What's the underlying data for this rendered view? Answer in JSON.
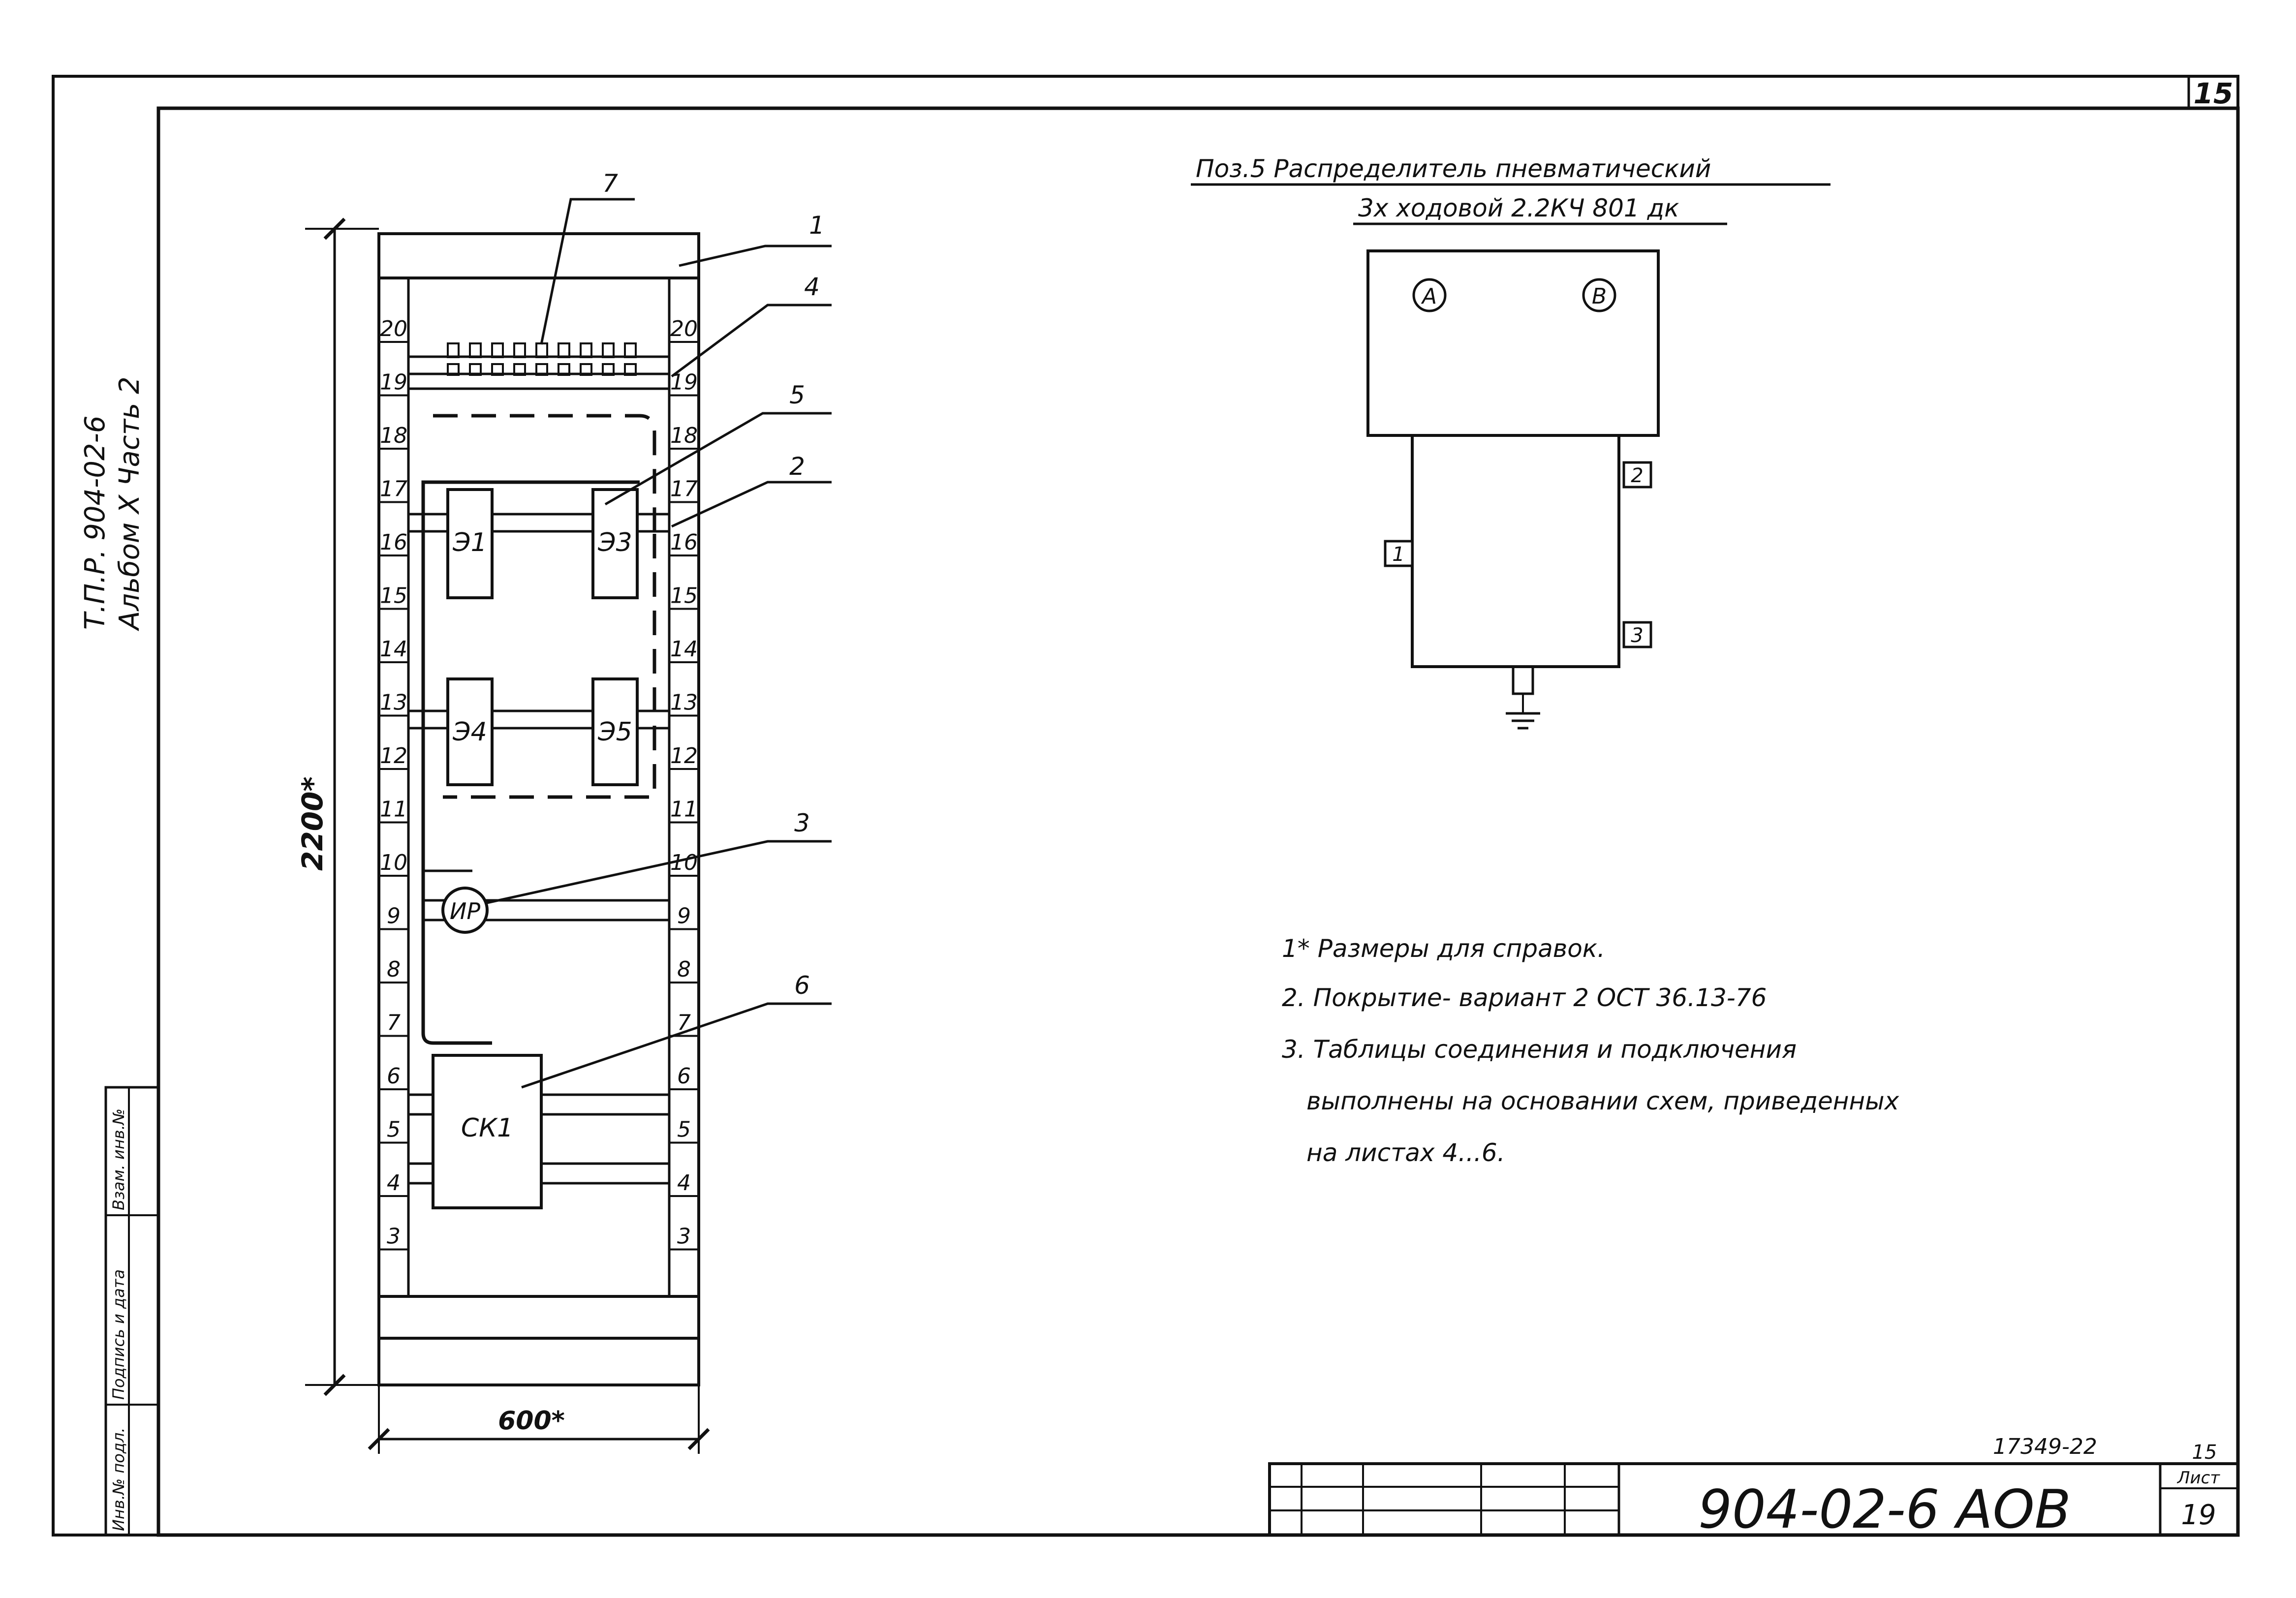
{
  "sheet": {
    "corner_sheet_no": "15",
    "side_title_line1": "Т.П.Р. 904-02-6",
    "side_title_line2": "Альбом X Часть 2",
    "side_stamp_labels": [
      "Инв.№ подл.",
      "Подпись и дата",
      "Взам. инв.№"
    ]
  },
  "cabinet": {
    "rail_numbers": [
      "20",
      "19",
      "18",
      "17",
      "16",
      "15",
      "14",
      "13",
      "12",
      "11",
      "10",
      "9",
      "8",
      "7",
      "6",
      "5",
      "4",
      "3"
    ],
    "blocks": [
      "Э1",
      "Э3",
      "Э4",
      "Э5"
    ],
    "ir_label": "ИР",
    "sk_label": "СК1",
    "callouts": [
      "1",
      "2",
      "3",
      "4",
      "5",
      "6",
      "7"
    ],
    "dim_height": "2200*",
    "dim_width": "600*"
  },
  "distributor": {
    "title_line1": "Поз.5 Распределитель пневматический",
    "title_line2": "3х ходовой 2.2КЧ 801 дк",
    "port_a": "А",
    "port_b": "В",
    "port_1": "1",
    "port_2": "2",
    "port_3": "3"
  },
  "notes": [
    "1* Размеры для справок.",
    "2. Покрытие- вариант 2  ОСТ 36.13-76",
    "3. Таблицы соединения и подключения",
    "выполнены  на основании схем, приведенных",
    "на листах  4...6."
  ],
  "title_block": {
    "archive_no": "17349-22",
    "doc_code": "904-02-6  АОВ",
    "sheet_label": "Лист",
    "sheet_small": "15",
    "sheet_no": "19"
  }
}
